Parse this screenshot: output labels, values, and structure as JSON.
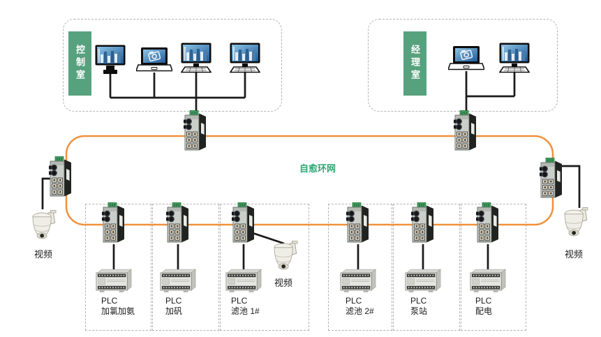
{
  "rooms": {
    "control": {
      "label": "控制室"
    },
    "manager": {
      "label": "经理室"
    }
  },
  "ring": {
    "label": "自愈环网"
  },
  "video_labels": {
    "left": "视频",
    "middle": "视频",
    "right": "视频"
  },
  "plc_cells": [
    {
      "line1": "PLC",
      "line2": "加氯加氨"
    },
    {
      "line1": "PLC",
      "line2": "加矾"
    },
    {
      "line1": "PLC",
      "line2": "滤池 1#"
    },
    {
      "line1": "PLC",
      "line2": "滤池 2#"
    },
    {
      "line1": "PLC",
      "line2": "泵站"
    },
    {
      "line1": "PLC",
      "line2": "配电"
    }
  ],
  "device_icons": {
    "switch": "industrial-ethernet-switch-icon",
    "plc": "plc-controller-icon",
    "camera": "ptz-dome-camera-icon",
    "monitor": "desktop-computer-icon",
    "laptop": "laptop-computer-icon"
  },
  "colors": {
    "ring_line": "#EF913C",
    "ring_label": "#2BA873",
    "room_label_bg": "#57A27E",
    "cable": "#1A1A1A"
  }
}
